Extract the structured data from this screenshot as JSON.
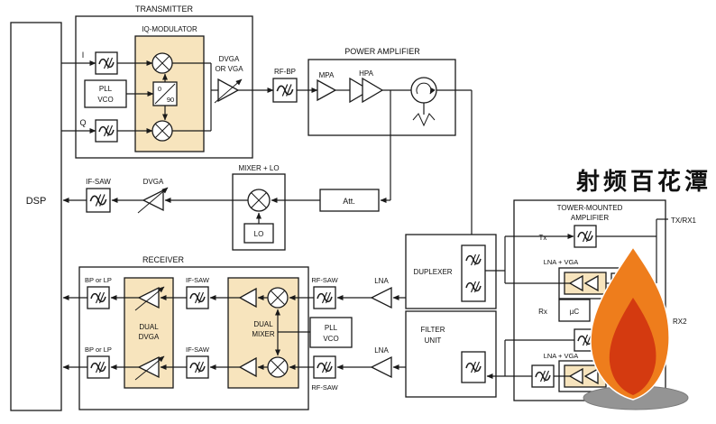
{
  "colors": {
    "shaded": "#f7e4bd",
    "line": "#1a1a1a",
    "watermark_text": "#f07d00",
    "flame_outer": "#ee7d1c",
    "flame_inner": "#d43a10",
    "base": "#949494"
  },
  "dsp": {
    "label": "DSP"
  },
  "transmitter": {
    "title": "TRANSMITTER",
    "iq_modulator": "IQ-MODULATOR",
    "i": "I",
    "q": "Q",
    "pll": "PLL",
    "vco": "VCO",
    "phase0": "0",
    "phase90": "90",
    "dvga1": "DVGA",
    "dvga2": "OR VGA"
  },
  "rf_bp": "RF-BP",
  "power_amplifier": {
    "title": "POWER AMPLIFIER",
    "mpa": "MPA",
    "hpa": "HPA"
  },
  "att": "Att.",
  "mixer_lo": {
    "title": "MIXER + LO",
    "lo": "LO"
  },
  "feedback": {
    "dvga": "DVGA",
    "if_saw": "IF-SAW"
  },
  "receiver": {
    "title": "RECEIVER",
    "bp_or_lp_top": "BP or LP",
    "bp_or_lp_bottom": "BP or LP",
    "dual1": "DUAL",
    "dvga": "DVGA",
    "if_saw_top": "IF-SAW",
    "if_saw_bottom": "IF-SAW",
    "dual2": "DUAL",
    "mixer": "MIXER",
    "pll": "PLL",
    "vco": "VCO",
    "rf_saw_top": "RF-SAW",
    "rf_saw_bottom": "RF-SAW",
    "lna_top": "LNA",
    "lna_bottom": "LNA"
  },
  "duplexer": "DUPLEXER",
  "filter_unit": {
    "line1": "FILTER",
    "line2": "UNIT"
  },
  "tower": {
    "title1": "TOWER-MOUNTED",
    "title2": "AMPLIFIER",
    "tx": "Tx",
    "rx": "Rx",
    "lna_vga_top": "LNA + VGA",
    "lna_vga_bottom": "LNA + VGA",
    "uc": "µC"
  },
  "terminals": {
    "tx_rx1": "TX/RX1",
    "rx2": "RX2"
  },
  "watermark": "射频百花潭"
}
